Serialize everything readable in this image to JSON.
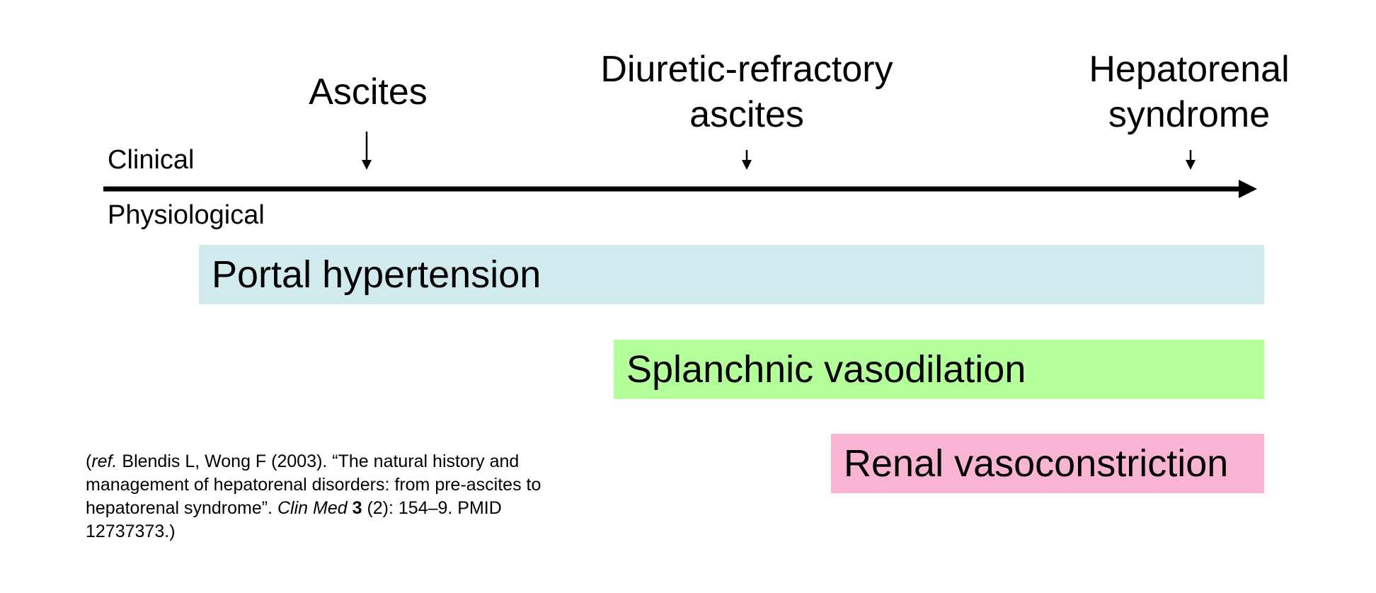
{
  "stages": [
    {
      "id": "ascites",
      "label": "Ascites"
    },
    {
      "id": "diuretic-refractory",
      "label": "Diuretic-refractory ascites"
    },
    {
      "id": "hepatorenal",
      "label": "Hepatorenal syndrome"
    }
  ],
  "axis": {
    "top_label": "Clinical",
    "bottom_label": "Physiological"
  },
  "bands": [
    {
      "id": "portal",
      "label": "Portal hypertension",
      "color": "#d1eaed"
    },
    {
      "id": "splanchnic",
      "label": "Splanchnic vasodilation",
      "color": "#b3ff99"
    },
    {
      "id": "renal",
      "label": "Renal vasoconstriction",
      "color": "#f8b4d2"
    }
  ],
  "citation": {
    "ref_label": "ref.",
    "authors_year": " Blendis L, Wong F (2003). “The natural history and management of hepatorenal disorders: from pre-ascites to hepatorenal syndrome”. ",
    "journal": "Clin Med",
    "volume": "3",
    "issue_pages": " (2): 154–9. PMID 12737373.",
    "open": "(",
    "close": ")"
  },
  "colors": {
    "arrow": "#000000"
  }
}
